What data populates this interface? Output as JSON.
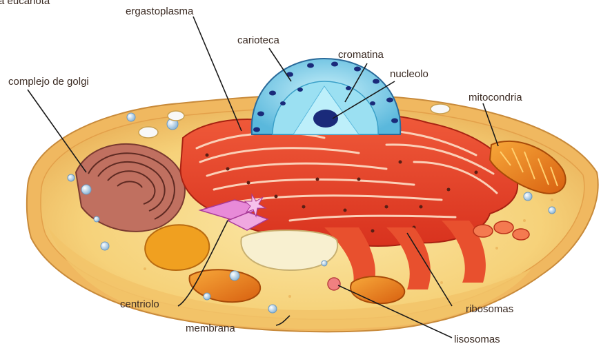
{
  "top_cut_text": "a eucariota",
  "labels": {
    "ergastoplasma": "ergastoplasma",
    "carioteca": "carioteca",
    "cromatina": "cromatina",
    "nucleolo": "nucleolo",
    "golgi": "complejo de golgi",
    "mitocondria": "mitocondria",
    "centriolo": "centriolo",
    "ribosomas": "ribosomas",
    "membrana": "membrana",
    "lisosomas": "lisosomas"
  },
  "colors": {
    "cytoplasm": "#f7d77a",
    "membrane_edge": "#e8a848",
    "reticulum": "#e8402a",
    "nucleus": "#7ed0ea",
    "nucleolus": "#1a2a7a",
    "golgi": "#a0554a",
    "mitochondria": "#e8841e",
    "centriole": "#e060c0"
  }
}
